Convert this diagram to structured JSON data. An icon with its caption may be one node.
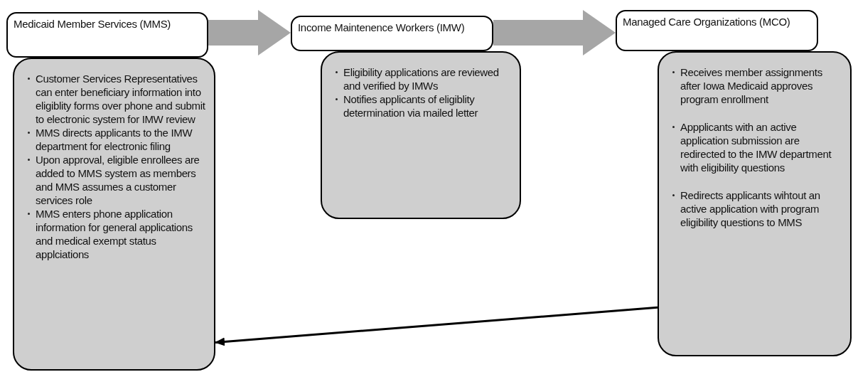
{
  "diagram": {
    "nodes": [
      {
        "text": [
          "Medicaid Member Services (MMS)"
        ]
      },
      {
        "text": [
          "Customer Services Representatives can enter beneficiary information into eligiblity forms over phone and submit to electronic system for IMW review",
          "MMS directs applicants to the IMW department for electronic filing",
          "Upon approval, eligible enrollees are added to MMS system as members and MMS assumes a customer services role",
          "MMS enters phone application information for general applications and medical exempt status applciations"
        ]
      },
      {
        "text": [
          "Income Maintenence Workers (IMW)"
        ]
      },
      {
        "text": [
          "Eligibility applications are reviewed and verified by IMWs",
          "Notifies applicants of eligiblity determination via mailed letter"
        ]
      },
      {
        "text": [
          "Managed Care Organizations (MCO)"
        ]
      },
      {
        "text": [
          "Receives member assignments after Iowa Medicaid approves program enrollment",
          "Appplicants with an active application submission are redirected to the IMW department with eligibility questions",
          "Redirects applicants wihtout an active application with program eligibility questions to MMS"
        ]
      }
    ],
    "edges": [
      {
        "from": 0,
        "to": 2,
        "arrow": "to"
      },
      {
        "from": 2,
        "to": 4,
        "arrow": "to"
      },
      {
        "from": 5,
        "to": 1,
        "arrow": "to",
        "color": "#000000"
      }
    ]
  }
}
